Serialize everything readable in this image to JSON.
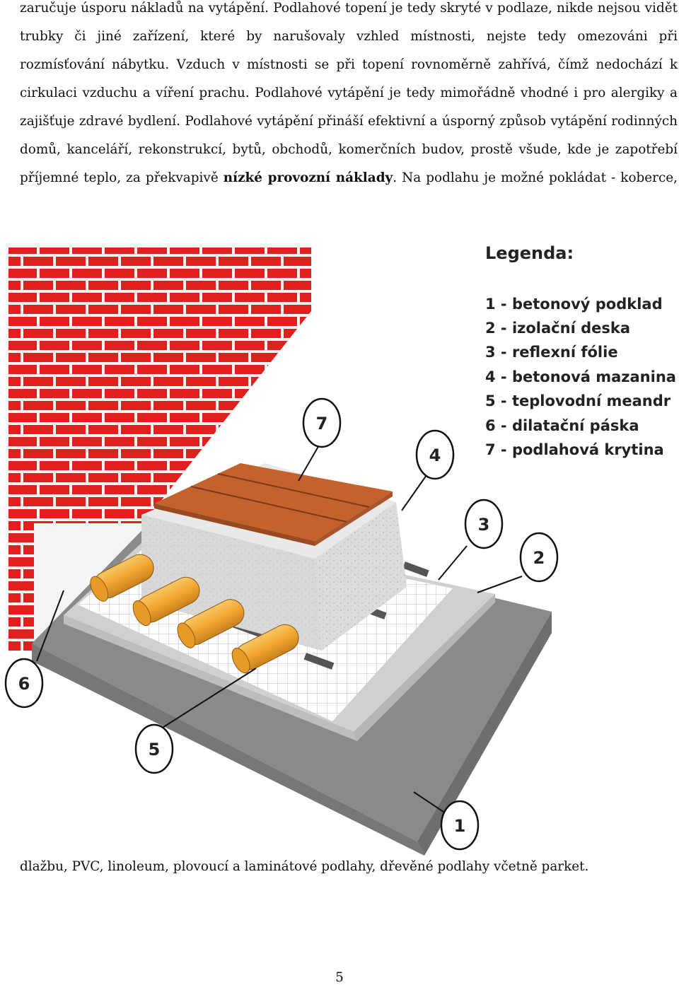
{
  "paragraph": {
    "line1": "zaručuje úsporu nákladů na vytápění. Podlahové topení je tedy skryté v podlaze, nikde nejsou vidět",
    "line2": "trubky či jiné zařízení, které by narušovaly vzhled místnosti, nejste tedy omezováni při",
    "line3": "rozmísťování nábytku. Vzduch v místnosti se při topení rovnoměrně zahřívá, čímž nedochází k",
    "line4": "cirkulaci vzduchu a víření prachu. Podlahové vytápění je tedy mimořádně vhodné i pro alergiky a",
    "line5": "zajišťuje zdravé bydlení. Podlahové vytápění přináší efektivní a úsporný způsob vytápění rodinných",
    "line6": "domů, kanceláří, rekonstrukcí, bytů, obchodů, komerčních budov, prostě všude, kde je zapotřebí",
    "line7_start": "příjemné teplo, za překvapivě ",
    "line7_bold": "nízké provozní náklady",
    "line7_end": ". Na podlahu je možné pokládat - koberce,"
  },
  "figure": {
    "legend_title": "Legenda:",
    "legend_items": [
      "1 - betonový podklad",
      "2 - izolační deska",
      "3 - reflexní fólie",
      "4 - betonová mazanina",
      "5 - teplovodní meandr",
      "6 - dilatační páska",
      "7 - podlahová krytina"
    ],
    "callouts": [
      "1",
      "2",
      "3",
      "4",
      "5",
      "6",
      "7"
    ],
    "colors": {
      "brick": "#e0201f",
      "mortar": "#f3f3f3",
      "concrete_base": "#8a8a8a",
      "insulation": "#d0d0d0",
      "foil_grid": "#ffffff",
      "screed": "#d8d8d8",
      "pipe": "#f2a630",
      "wood": "#c4622e"
    }
  },
  "after_text": "dlažbu, PVC, linoleum, plovoucí a laminátové podlahy, dřevěné podlahy včetně parket.",
  "page_number": "5"
}
